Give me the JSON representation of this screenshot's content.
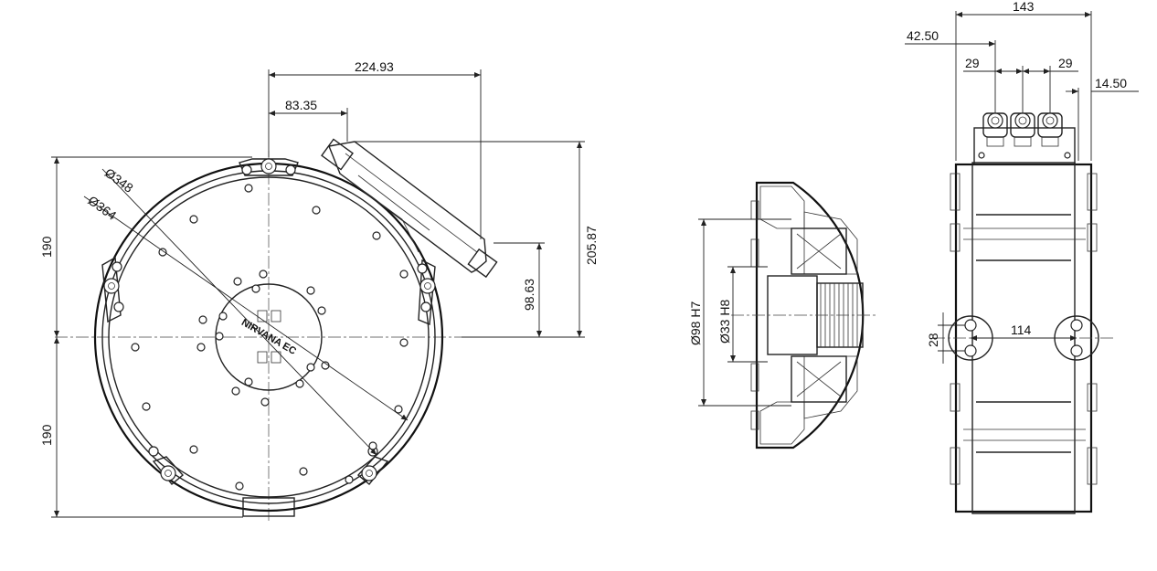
{
  "views": {
    "front": {
      "dimensions": {
        "width_to_connector": "224.93",
        "width_to_port": "83.35",
        "outer_diameter": "Ø364",
        "inner_diameter": "Ø348",
        "height_upper": "190",
        "height_lower": "190",
        "connector_height": "205.87",
        "connector_mid": "98.63"
      },
      "logo_text": "NIRVANA EC"
    },
    "section": {
      "dimensions": {
        "bore_outer": "Ø98 H7",
        "bore_inner": "Ø33 H8"
      }
    },
    "side": {
      "dimensions": {
        "overall_width": "143",
        "connector_offset": "42.50",
        "connector_pitch_left": "29",
        "connector_pitch_right": "29",
        "right_offset": "14.50",
        "mount_spacing": "114",
        "mount_height": "28"
      }
    }
  }
}
